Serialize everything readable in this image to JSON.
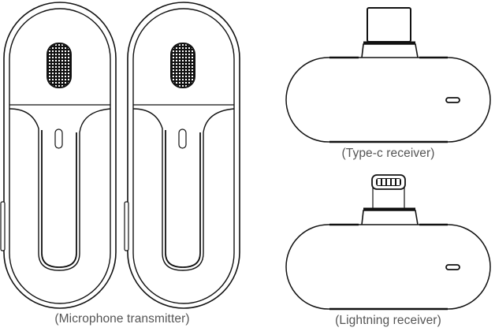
{
  "figure": {
    "components": [
      {
        "id": "transmitter",
        "caption": "(Microphone transmitter)",
        "count": 2
      },
      {
        "id": "type-c-receiver",
        "caption": "(Type-c receiver)"
      },
      {
        "id": "lightning-receiver",
        "caption": "(Lightning receiver)"
      }
    ]
  },
  "colors": {
    "line": "#111111",
    "caption": "#555555",
    "background": "#ffffff"
  }
}
